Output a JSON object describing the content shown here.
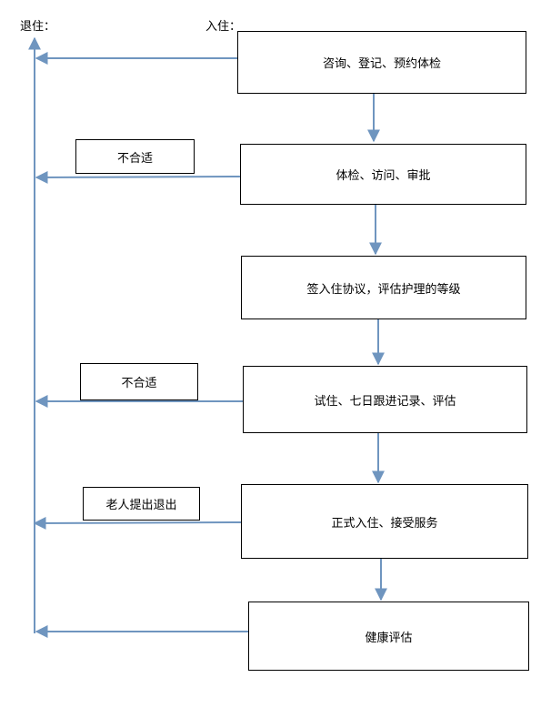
{
  "headers": {
    "exit": "退住：",
    "enter": "入住："
  },
  "steps": [
    "咨询、登记、预约体检",
    "体检、访问、审批",
    "签入住协议，评估护理的等级",
    "试住、七日跟进记录、评估",
    "正式入住、接受服务",
    "健康评估"
  ],
  "notes": [
    "不合适",
    "不合适",
    "老人提出退出"
  ],
  "colors": {
    "connector": "#6f95bf",
    "border": "#000000"
  }
}
